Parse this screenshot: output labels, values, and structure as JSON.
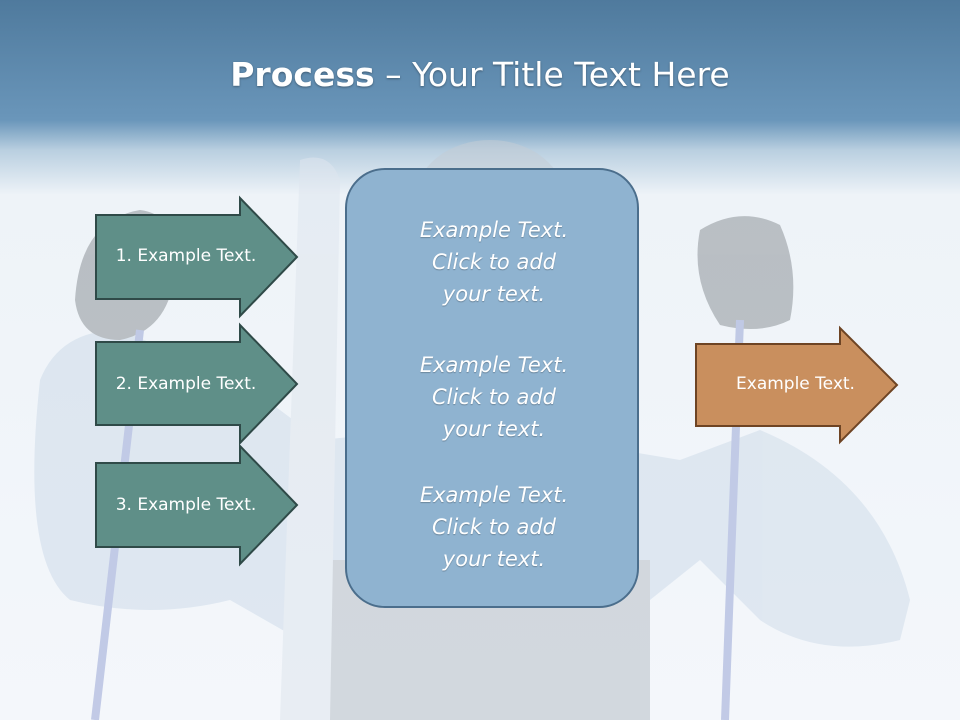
{
  "title": {
    "bold": "Process",
    "dash": " – ",
    "rest": "Your Title Text Here"
  },
  "left_arrows": [
    {
      "label": "1. Example Text."
    },
    {
      "label": "2. Example Text."
    },
    {
      "label": "3. Example Text."
    }
  ],
  "center_box": {
    "blocks": [
      {
        "line1": "Example Text.",
        "line2": "Click  to add",
        "line3": "your text."
      },
      {
        "line1": "Example Text.",
        "line2": "Click  to add",
        "line3": "your text."
      },
      {
        "line1": "Example Text.",
        "line2": "Click  to add",
        "line3": "your text."
      }
    ]
  },
  "right_arrow": {
    "label": "Example Text."
  },
  "colors": {
    "left_arrow_fill": "#5f8f88",
    "left_arrow_stroke": "#2f4a48",
    "center_fill": "#8fb3d0",
    "right_arrow_fill": "#c98f5e",
    "right_arrow_stroke": "#6e4424"
  }
}
